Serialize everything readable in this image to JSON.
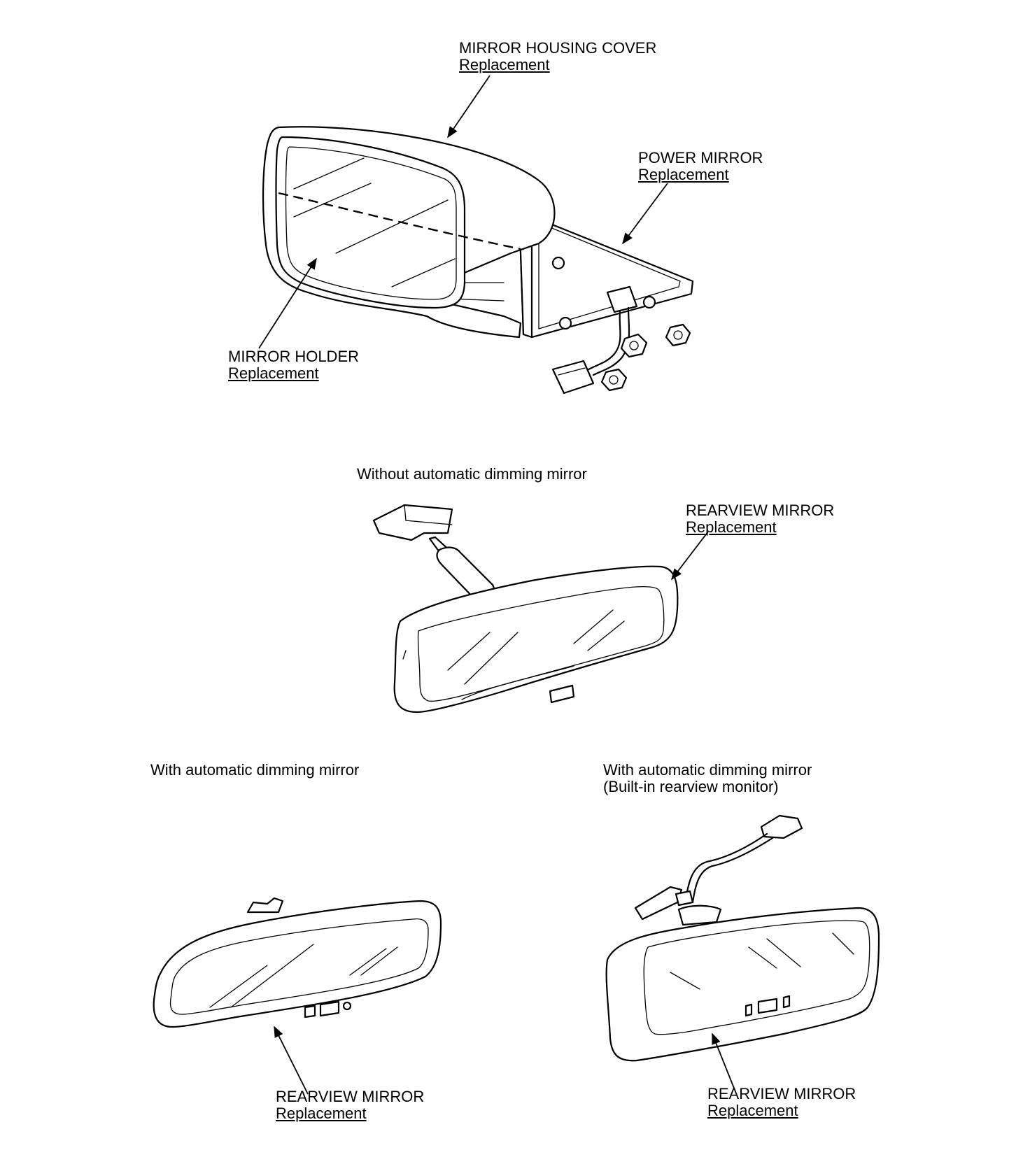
{
  "callouts": {
    "mirror_housing_cover": {
      "name": "MIRROR HOUSING COVER",
      "action": "Replacement"
    },
    "power_mirror": {
      "name": "POWER MIRROR",
      "action": "Replacement"
    },
    "mirror_holder": {
      "name": "MIRROR HOLDER",
      "action": "Replacement"
    },
    "rearview_mirror_standard": {
      "name": "REARVIEW MIRROR",
      "action": "Replacement"
    },
    "rearview_mirror_auto_dim": {
      "name": "REARVIEW MIRROR",
      "action": "Replacement"
    },
    "rearview_mirror_monitor": {
      "name": "REARVIEW MIRROR",
      "action": "Replacement"
    }
  },
  "captions": {
    "without_auto_dim": "Without automatic dimming mirror",
    "with_auto_dim": "With automatic dimming mirror",
    "with_auto_dim_monitor_line1": "With automatic dimming mirror",
    "with_auto_dim_monitor_line2": "(Built-in rearview monitor)"
  }
}
